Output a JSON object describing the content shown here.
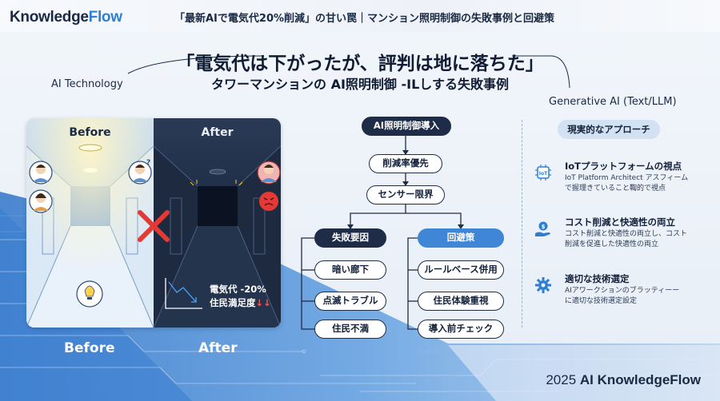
{
  "brand": {
    "part1": "Knowledge",
    "part2": "Flow"
  },
  "top_title": "「最新AIで電気代20%削減」の甘い罠｜マンション照明制御の失敗事例と回避策",
  "main_title": "「電気代は下がったが、評判は地に落ちた」",
  "sub_title": "タワーマンションの AI照明制御 -ILしする失敗事例",
  "label_left": "AI Technology",
  "label_right": "Generative AI (Text/LLM)",
  "comparison": {
    "before_label": "Before",
    "after_label": "After",
    "stat_line1": "電気代 -20%",
    "stat_line2": "住民満足度",
    "stat_arrows": "↓↓",
    "caption_before": "Before",
    "caption_after": "After"
  },
  "flow": {
    "start": "AI照明制御導入",
    "step1": "削減率優先",
    "step2": "センサー限界",
    "left_head": "失敗要因",
    "left_items": [
      "暗い廊下",
      "点滅トラブル",
      "住民不満"
    ],
    "right_head": "回避策",
    "right_items": [
      "ルールベース併用",
      "住民体験重視",
      "導入前チェック"
    ]
  },
  "approach": {
    "header": "現実的なアプローチ",
    "items": [
      {
        "icon": "iot-chip-icon",
        "title": "IoTプラットフォームの視点",
        "desc1": "IoT Platform Architect アスフィーム",
        "desc2": "で握理きていること鞫的で視点"
      },
      {
        "icon": "cost-hand-icon",
        "title": "コスト削減と快適性の両立",
        "desc1": "コスト削減と快適性の両立し、コスト",
        "desc2": "削減を促進した快適性の両立"
      },
      {
        "icon": "gear-icon",
        "title": "適切な技術選定",
        "desc1": "AIアワークションのブラッティーー",
        "desc2": "に適切な技術選定設定"
      }
    ]
  },
  "footer": {
    "year": "2025",
    "brand": "AI KnowledgeFlow"
  },
  "colors": {
    "accent": "#2d7fd4",
    "navy": "#1e2c47",
    "blue_pill": "#3f86d6",
    "alert": "#e53935"
  }
}
